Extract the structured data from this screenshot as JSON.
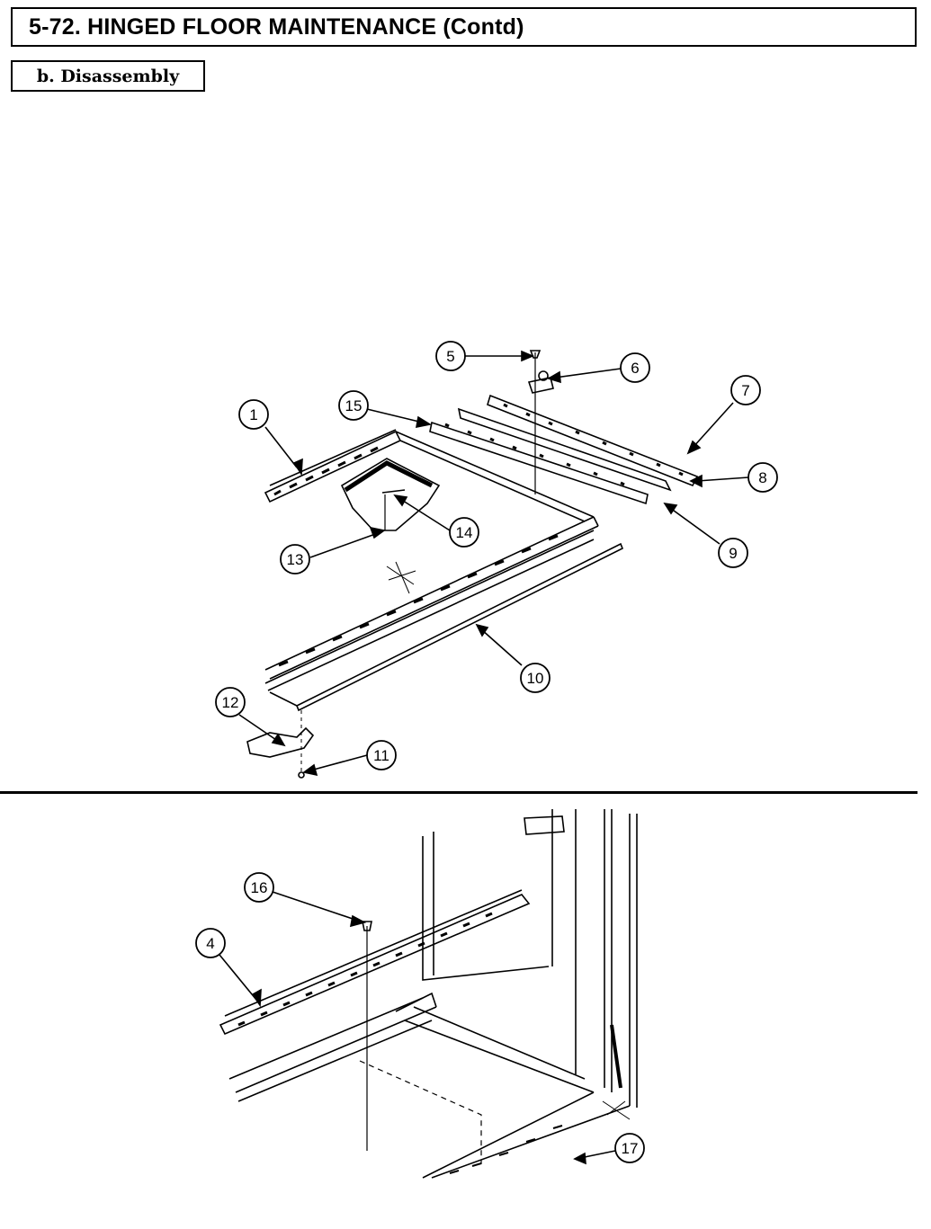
{
  "header": {
    "title": "5-72.  HINGED FLOOR MAINTENANCE (Contd)",
    "section": "b.  Disassembly"
  },
  "figure_top": {
    "callouts": [
      "5",
      "6",
      "7",
      "15",
      "1",
      "8",
      "14",
      "9",
      "13",
      "10",
      "12",
      "11"
    ]
  },
  "figure_bottom": {
    "callouts": [
      "16",
      "4",
      "17"
    ]
  }
}
